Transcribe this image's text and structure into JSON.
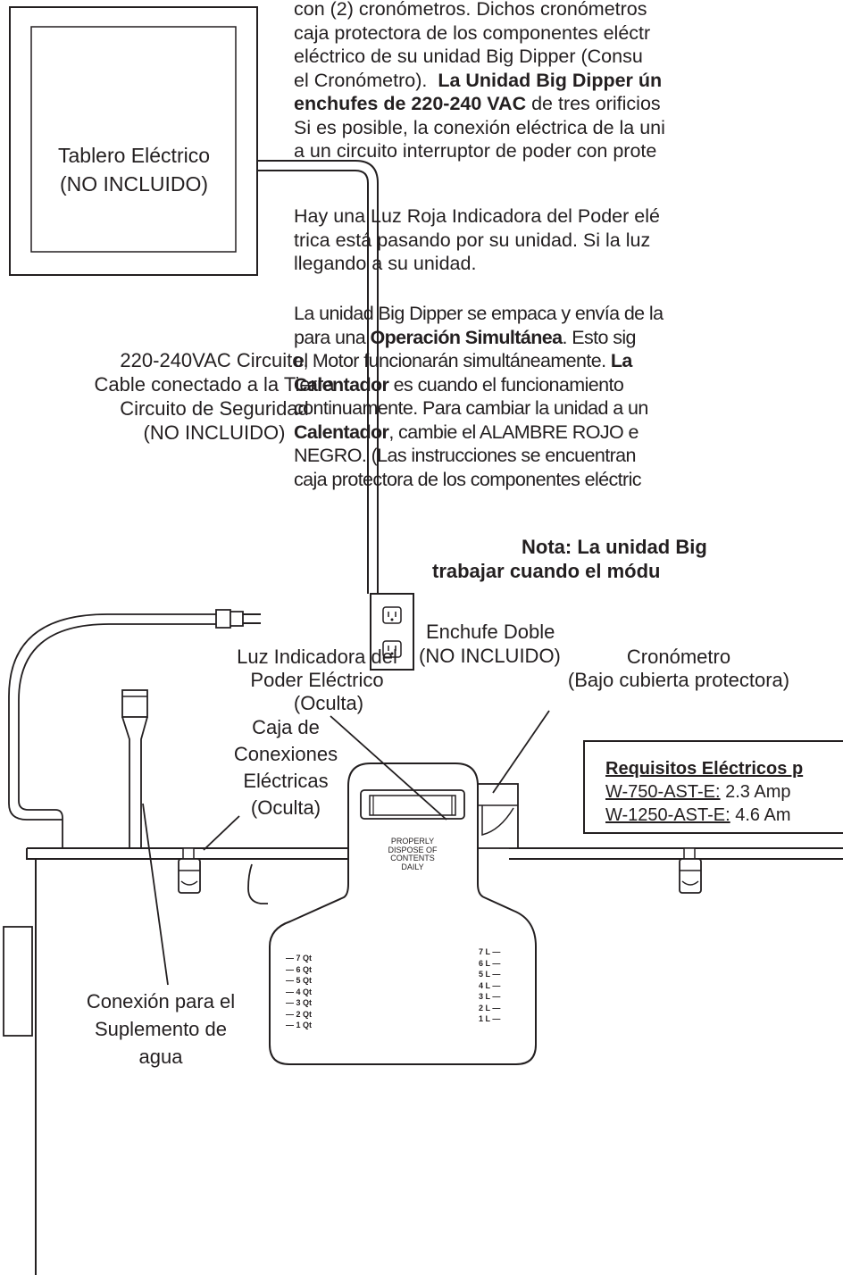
{
  "labels": {
    "panel": [
      "Tablero Eléctrico",
      "(NO INCLUIDO)"
    ],
    "circuit": [
      "220-240VAC Circuito,",
      "Cable conectado a la Tierra",
      "Circuito de Seguridad",
      "(NO INCLUIDO)"
    ],
    "outlet": [
      "Enchufe Doble",
      "(NO INCLUIDO)"
    ],
    "power_light": [
      "Luz Indicadora del",
      "Poder Eléctrico",
      "(Oculta)"
    ],
    "timer": [
      "Cronómetro",
      "(Bajo cubierta protectora)"
    ],
    "junction_box": [
      "Caja de",
      "Conexiones",
      "Eléctricas",
      "(Oculta)"
    ],
    "water_supply": [
      "Conexión para el",
      "Suplemento de",
      "agua"
    ]
  },
  "paragraphs": {
    "p1": [
      "con (2) cronómetros.  Dichos cronómetros",
      "caja protectora de los componentes eléctr",
      "eléctrico de su unidad Big Dipper (Consu",
      "el Cronómetro).",
      "La Unidad Big Dipper ún",
      "enchufes de 220-240 VAC",
      " de tres orificios",
      "Si es posible, la conexión eléctrica de la uni",
      "a un circuito interruptor de poder con prote"
    ],
    "p2": [
      "Hay una Luz Roja Indicadora del Poder elé",
      "trica está pasando por su unidad.  Si la luz",
      "llegando a su unidad."
    ],
    "p3": {
      "l1": "La unidad Big Dipper se empaca y envía de la",
      "l2a": "para una ",
      "l2b": "Operación Simultánea",
      "l2c": ". Esto sig",
      "l3a": "el Motor funcionarán simultáneamente.  ",
      "l3b": "La",
      "l4a": "Calentador",
      "l4b": " es cuando el funcionamiento",
      "l5": "continuamente. Para cambiar la unidad a un",
      "l6a": "Calentador",
      "l6b": ", cambie  el ALAMBRE ROJO e",
      "l7": "NEGRO. (Las instrucciones se encuentran",
      "l8": "caja protectora de los componentes eléctric"
    },
    "note": [
      "Nota: La unidad Big",
      "trabajar cuando el módu"
    ]
  },
  "requirements": {
    "title": "Requisitos Eléctricos p",
    "rows": [
      {
        "model": "W-750-AST-E:",
        "value": " 2.3 Amp"
      },
      {
        "model": "W-1250-AST-E:",
        "value": " 4.6 Am"
      }
    ]
  },
  "jug": {
    "label": [
      "PROPERLY",
      "DISPOSE OF",
      "CONTENTS",
      "DAILY"
    ],
    "quarts": [
      "7 Qt",
      "6 Qt",
      "5 Qt",
      "4 Qt",
      "3 Qt",
      "2 Qt",
      "1 Qt"
    ],
    "liters": [
      "7 L",
      "6 L",
      "5 L",
      "4 L",
      "3 L",
      "2 L",
      "1 L"
    ]
  }
}
